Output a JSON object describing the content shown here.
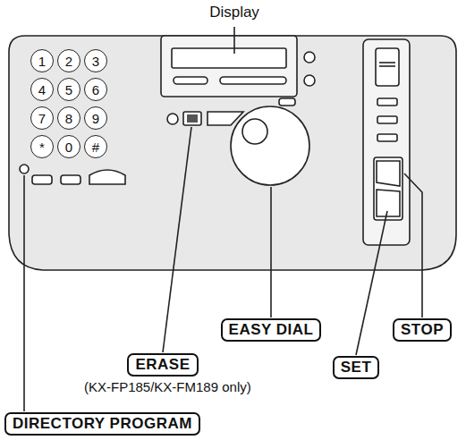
{
  "diagram": {
    "nodes": [
      {
        "text": [
          "1"
        ]
      },
      {
        "text": [
          "2"
        ]
      },
      {
        "text": [
          "3"
        ]
      },
      {
        "text": [
          "4"
        ]
      },
      {
        "text": [
          "5"
        ]
      },
      {
        "text": [
          "6"
        ]
      },
      {
        "text": [
          "7"
        ]
      },
      {
        "text": [
          "8"
        ]
      },
      {
        "text": [
          "9"
        ]
      },
      {
        "text": [
          "*"
        ]
      },
      {
        "text": [
          "0"
        ]
      },
      {
        "text": [
          "#"
        ]
      },
      {
        "text": [
          "EASY DIAL"
        ]
      },
      {
        "text": [
          "STOP"
        ]
      },
      {
        "text": [
          "SET"
        ]
      },
      {
        "text": [
          "ERASE"
        ]
      },
      {
        "text": [
          "DIRECTORY PROGRAM"
        ]
      }
    ],
    "labels": [
      "Display",
      "(KX-FP185/KX-FM189 only)"
    ]
  }
}
